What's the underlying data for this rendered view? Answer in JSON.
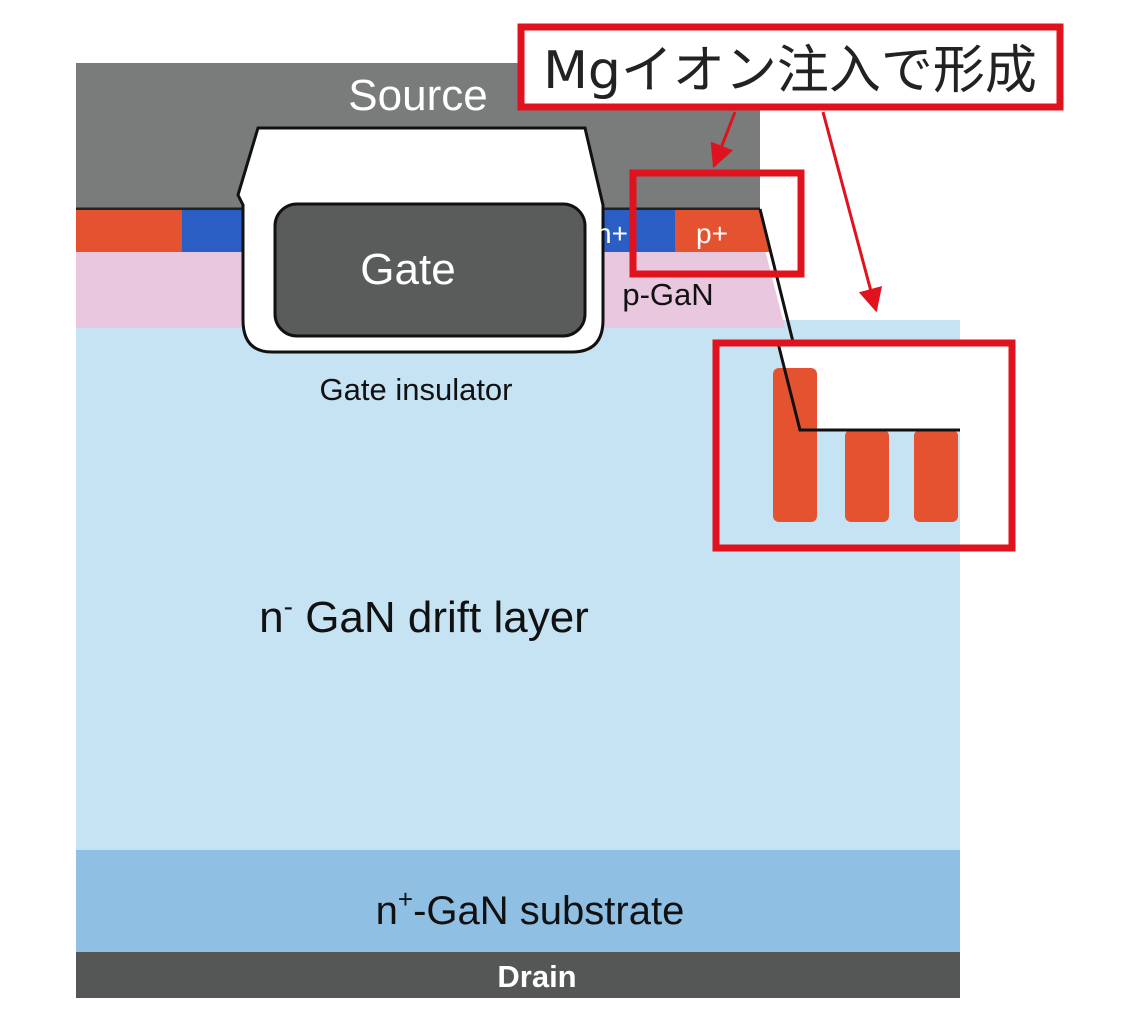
{
  "labels": {
    "source": "Source",
    "gate": "Gate",
    "gate_insulator": "Gate insulator",
    "n_plus_region": "n+",
    "p_plus_region": "p+",
    "p_gan": "p-GaN",
    "drift_layer_n": "n",
    "drift_layer_sup": "-",
    "drift_layer_rest": " GaN drift layer",
    "substrate_n": "n",
    "substrate_sup": "+",
    "substrate_rest": "-GaN substrate",
    "drain": "Drain"
  },
  "callout": {
    "text": "Mgイオン注入で形成"
  },
  "colors": {
    "source_metal": "#7a7b7b",
    "gate_metal": "#5a5b5b",
    "insulator": "#ffffff",
    "n_plus": "#2b5ec4",
    "p_plus": "#e5522f",
    "p_gan": "#e9c7de",
    "drift": "#c5e3f3",
    "substrate": "#8fbfe3",
    "drain_metal": "#555656",
    "callout_red": "#e0121e"
  }
}
